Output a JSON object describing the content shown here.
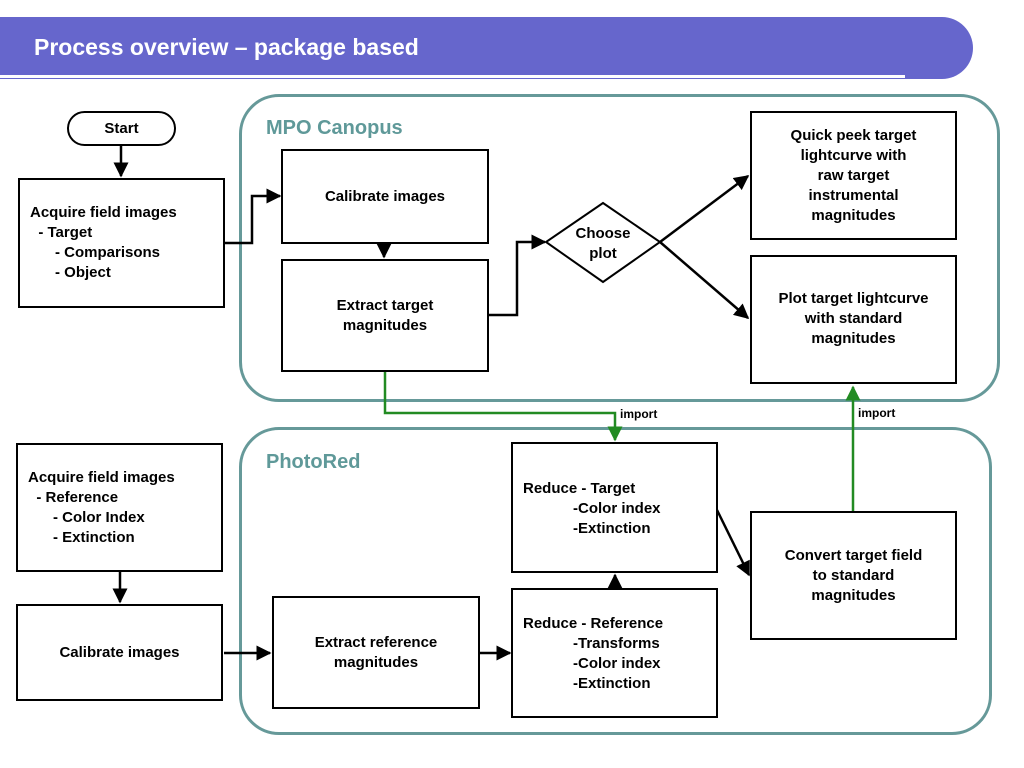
{
  "header": {
    "title": "Process overview – package based"
  },
  "containers": {
    "mpo": "MPO Canopus",
    "photored": "PhotoRed"
  },
  "nodes": {
    "start": "Start",
    "acquire_target": "Acquire field images\n  - Target\n      - Comparisons\n      - Object",
    "calibrate_top": "Calibrate images",
    "extract_target": "Extract target\nmagnitudes",
    "choose_plot": "Choose\nplot",
    "quick_peek": "Quick peek target\nlightcurve with\nraw target\ninstrumental\nmagnitudes",
    "plot_standard": "Plot target lightcurve\nwith standard\nmagnitudes",
    "acquire_reference": "Acquire field images\n  - Reference\n      - Color Index\n      - Extinction",
    "calibrate_bottom": "Calibrate images",
    "extract_reference": "Extract reference\nmagnitudes",
    "reduce_target": "Reduce - Target\n            -Color index\n            -Extinction",
    "reduce_reference": "Reduce - Reference\n            -Transforms\n            -Color index\n            -Extinction",
    "convert": "Convert target field\nto standard\nmagnitudes"
  },
  "edge_labels": {
    "import_left": "import",
    "import_right": "import"
  },
  "colors": {
    "header": "#6666cc",
    "container_border": "#669999",
    "import_arrow": "#228b22"
  }
}
